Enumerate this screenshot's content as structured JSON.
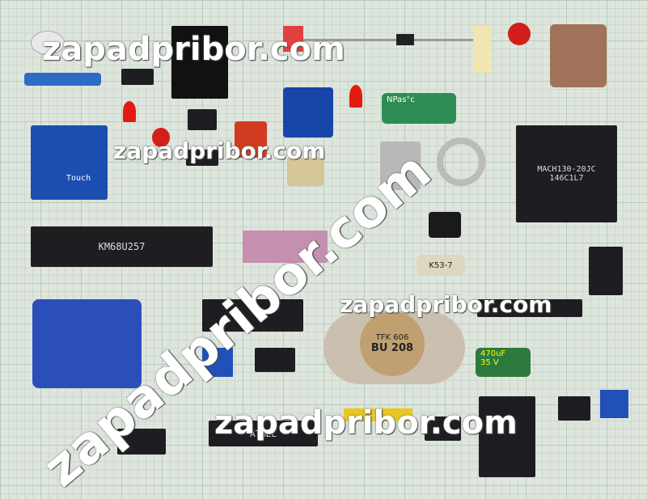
{
  "watermark": "zapadpribor.com",
  "markings": {
    "amd_chip_line1": "MACH130-20JC",
    "amd_chip_line2": "146C1L7",
    "transistor_line1": "TFK 606",
    "transistor_line2": "BU 208",
    "capacitor_value": "470uF",
    "capacitor_voltage": "35 V",
    "touch_sensor": "Touch",
    "film_cap": "K53-7",
    "brand": "NPas°c",
    "dip_chip": "KM68U257",
    "atmel_chip": "ATMEL"
  },
  "colors": {
    "grid_bg": "#dde5dc",
    "pcb_blue": "#1a4fb0",
    "led_red": "#e21a12"
  }
}
